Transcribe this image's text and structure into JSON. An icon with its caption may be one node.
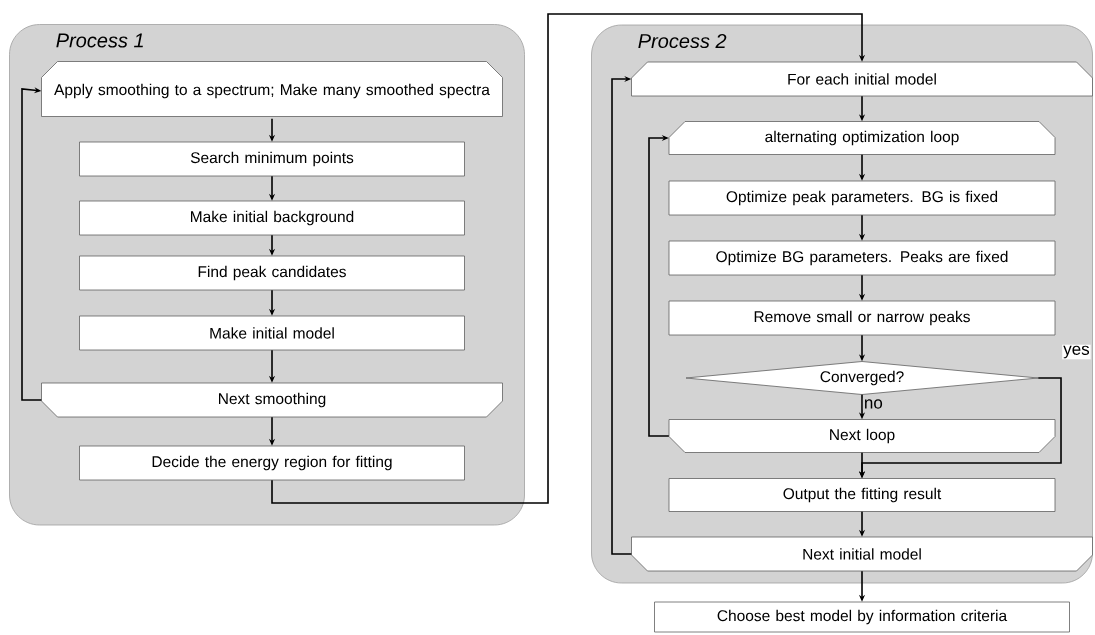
{
  "diagram": {
    "nodes": [
      {
        "text": [
          "Process 1"
        ]
      },
      {
        "text": [
          "Apply smoothing to a spectrum; Make many smoothed spectra"
        ],
        "in": 0
      },
      {
        "text": [
          "Search minimum points"
        ],
        "in": 0
      },
      {
        "text": [
          "Make initial background"
        ],
        "in": 0
      },
      {
        "text": [
          "Find peak candidates"
        ],
        "in": 0
      },
      {
        "text": [
          "Make initial model"
        ],
        "in": 0
      },
      {
        "text": [
          "Next smoothing"
        ],
        "in": 0
      },
      {
        "text": [
          "Decide the energy region for fitting"
        ],
        "in": 0
      },
      {
        "text": [
          "Process 2"
        ]
      },
      {
        "text": [
          "For each initial model"
        ],
        "in": 8
      },
      {
        "text": [
          "alternating optimization loop"
        ],
        "in": 8
      },
      {
        "text": [
          "Optimize peak parameters. BG is fixed"
        ],
        "in": 8
      },
      {
        "text": [
          "Optimize BG parameters. Peaks are fixed"
        ],
        "in": 8
      },
      {
        "text": [
          "Remove small or narrow peaks"
        ],
        "in": 8
      },
      {
        "text": [
          "Converged?"
        ],
        "in": 8
      },
      {
        "text": [
          "Next loop"
        ],
        "in": 8
      },
      {
        "text": [
          "Output the fitting result"
        ],
        "in": 8
      },
      {
        "text": [
          "Next initial model"
        ],
        "in": 8
      },
      {
        "text": [
          "Choose best model by information criteria"
        ]
      }
    ],
    "edges": [
      {
        "from": 1,
        "to": 2,
        "arrow": "to"
      },
      {
        "from": 2,
        "to": 3,
        "arrow": "to"
      },
      {
        "from": 3,
        "to": 4,
        "arrow": "to"
      },
      {
        "from": 4,
        "to": 5,
        "arrow": "to"
      },
      {
        "from": 5,
        "to": 6,
        "arrow": "to"
      },
      {
        "from": 6,
        "to": 1,
        "arrow": "to"
      },
      {
        "from": 6,
        "to": 7,
        "arrow": "to"
      },
      {
        "from": 7,
        "to": 9,
        "arrow": "to"
      },
      {
        "from": 9,
        "to": 10,
        "arrow": "to"
      },
      {
        "from": 10,
        "to": 11,
        "arrow": "to"
      },
      {
        "from": 11,
        "to": 12,
        "arrow": "to"
      },
      {
        "from": 12,
        "to": 13,
        "arrow": "to"
      },
      {
        "from": 13,
        "to": 14,
        "arrow": "to"
      },
      {
        "from": 14,
        "to": 15,
        "arrow": "to",
        "label": "no"
      },
      {
        "from": 15,
        "to": 10,
        "arrow": "to"
      },
      {
        "from": 15,
        "to": 16,
        "arrow": "to"
      },
      {
        "from": 14,
        "to": 16,
        "arrow": "to",
        "label": "yes"
      },
      {
        "from": 16,
        "to": 17,
        "arrow": "to"
      },
      {
        "from": 17,
        "to": 9,
        "arrow": "to"
      },
      {
        "from": 17,
        "to": 18,
        "arrow": "to"
      }
    ]
  }
}
